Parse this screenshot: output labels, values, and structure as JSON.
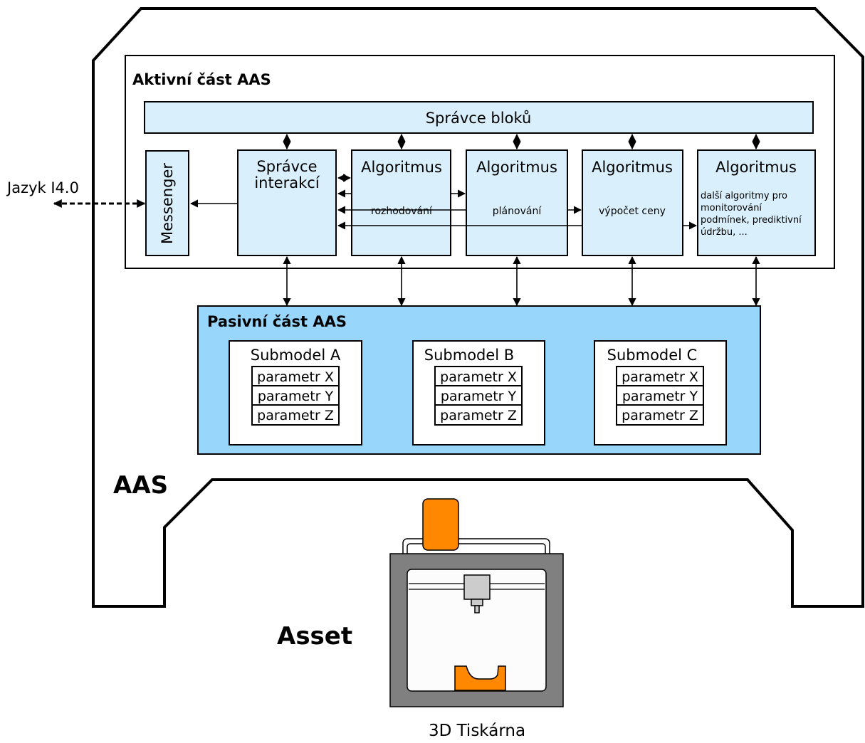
{
  "diagram": {
    "outer_label": "AAS",
    "asset_label": "Asset",
    "asset_caption": "3D Tiskárna",
    "external_label": "Jazyk I4.0",
    "active_part": {
      "title": "Aktivní část AAS",
      "block_manager": "Správce bloků",
      "messenger": "Messenger",
      "interaction_manager": [
        "Správce",
        "interakcí"
      ],
      "algorithms": [
        {
          "title": "Algoritmus",
          "desc": [
            "rozhodování"
          ]
        },
        {
          "title": "Algoritmus",
          "desc": [
            "plánování"
          ]
        },
        {
          "title": "Algoritmus",
          "desc": [
            "výpočet ceny"
          ]
        },
        {
          "title": "Algoritmus",
          "desc": [
            "další algoritmy pro",
            "monitorování",
            "podmínek, prediktivní",
            "údržbu, ..."
          ]
        }
      ]
    },
    "passive_part": {
      "title": "Pasivní část AAS",
      "submodels": [
        {
          "name": "Submodel A",
          "params": [
            "parametr X",
            "parametr Y",
            "parametr Z"
          ]
        },
        {
          "name": "Submodel B",
          "params": [
            "parametr X",
            "parametr Y",
            "parametr Z"
          ]
        },
        {
          "name": "Submodel C",
          "params": [
            "parametr X",
            "parametr Y",
            "parametr Z"
          ]
        }
      ]
    },
    "colors": {
      "active_block": "#d9f0fc",
      "passive_bg": "#99d6fc",
      "printer_frame": "#808080",
      "printer_inner": "#fcfcfc",
      "orange": "#ff8800"
    }
  }
}
